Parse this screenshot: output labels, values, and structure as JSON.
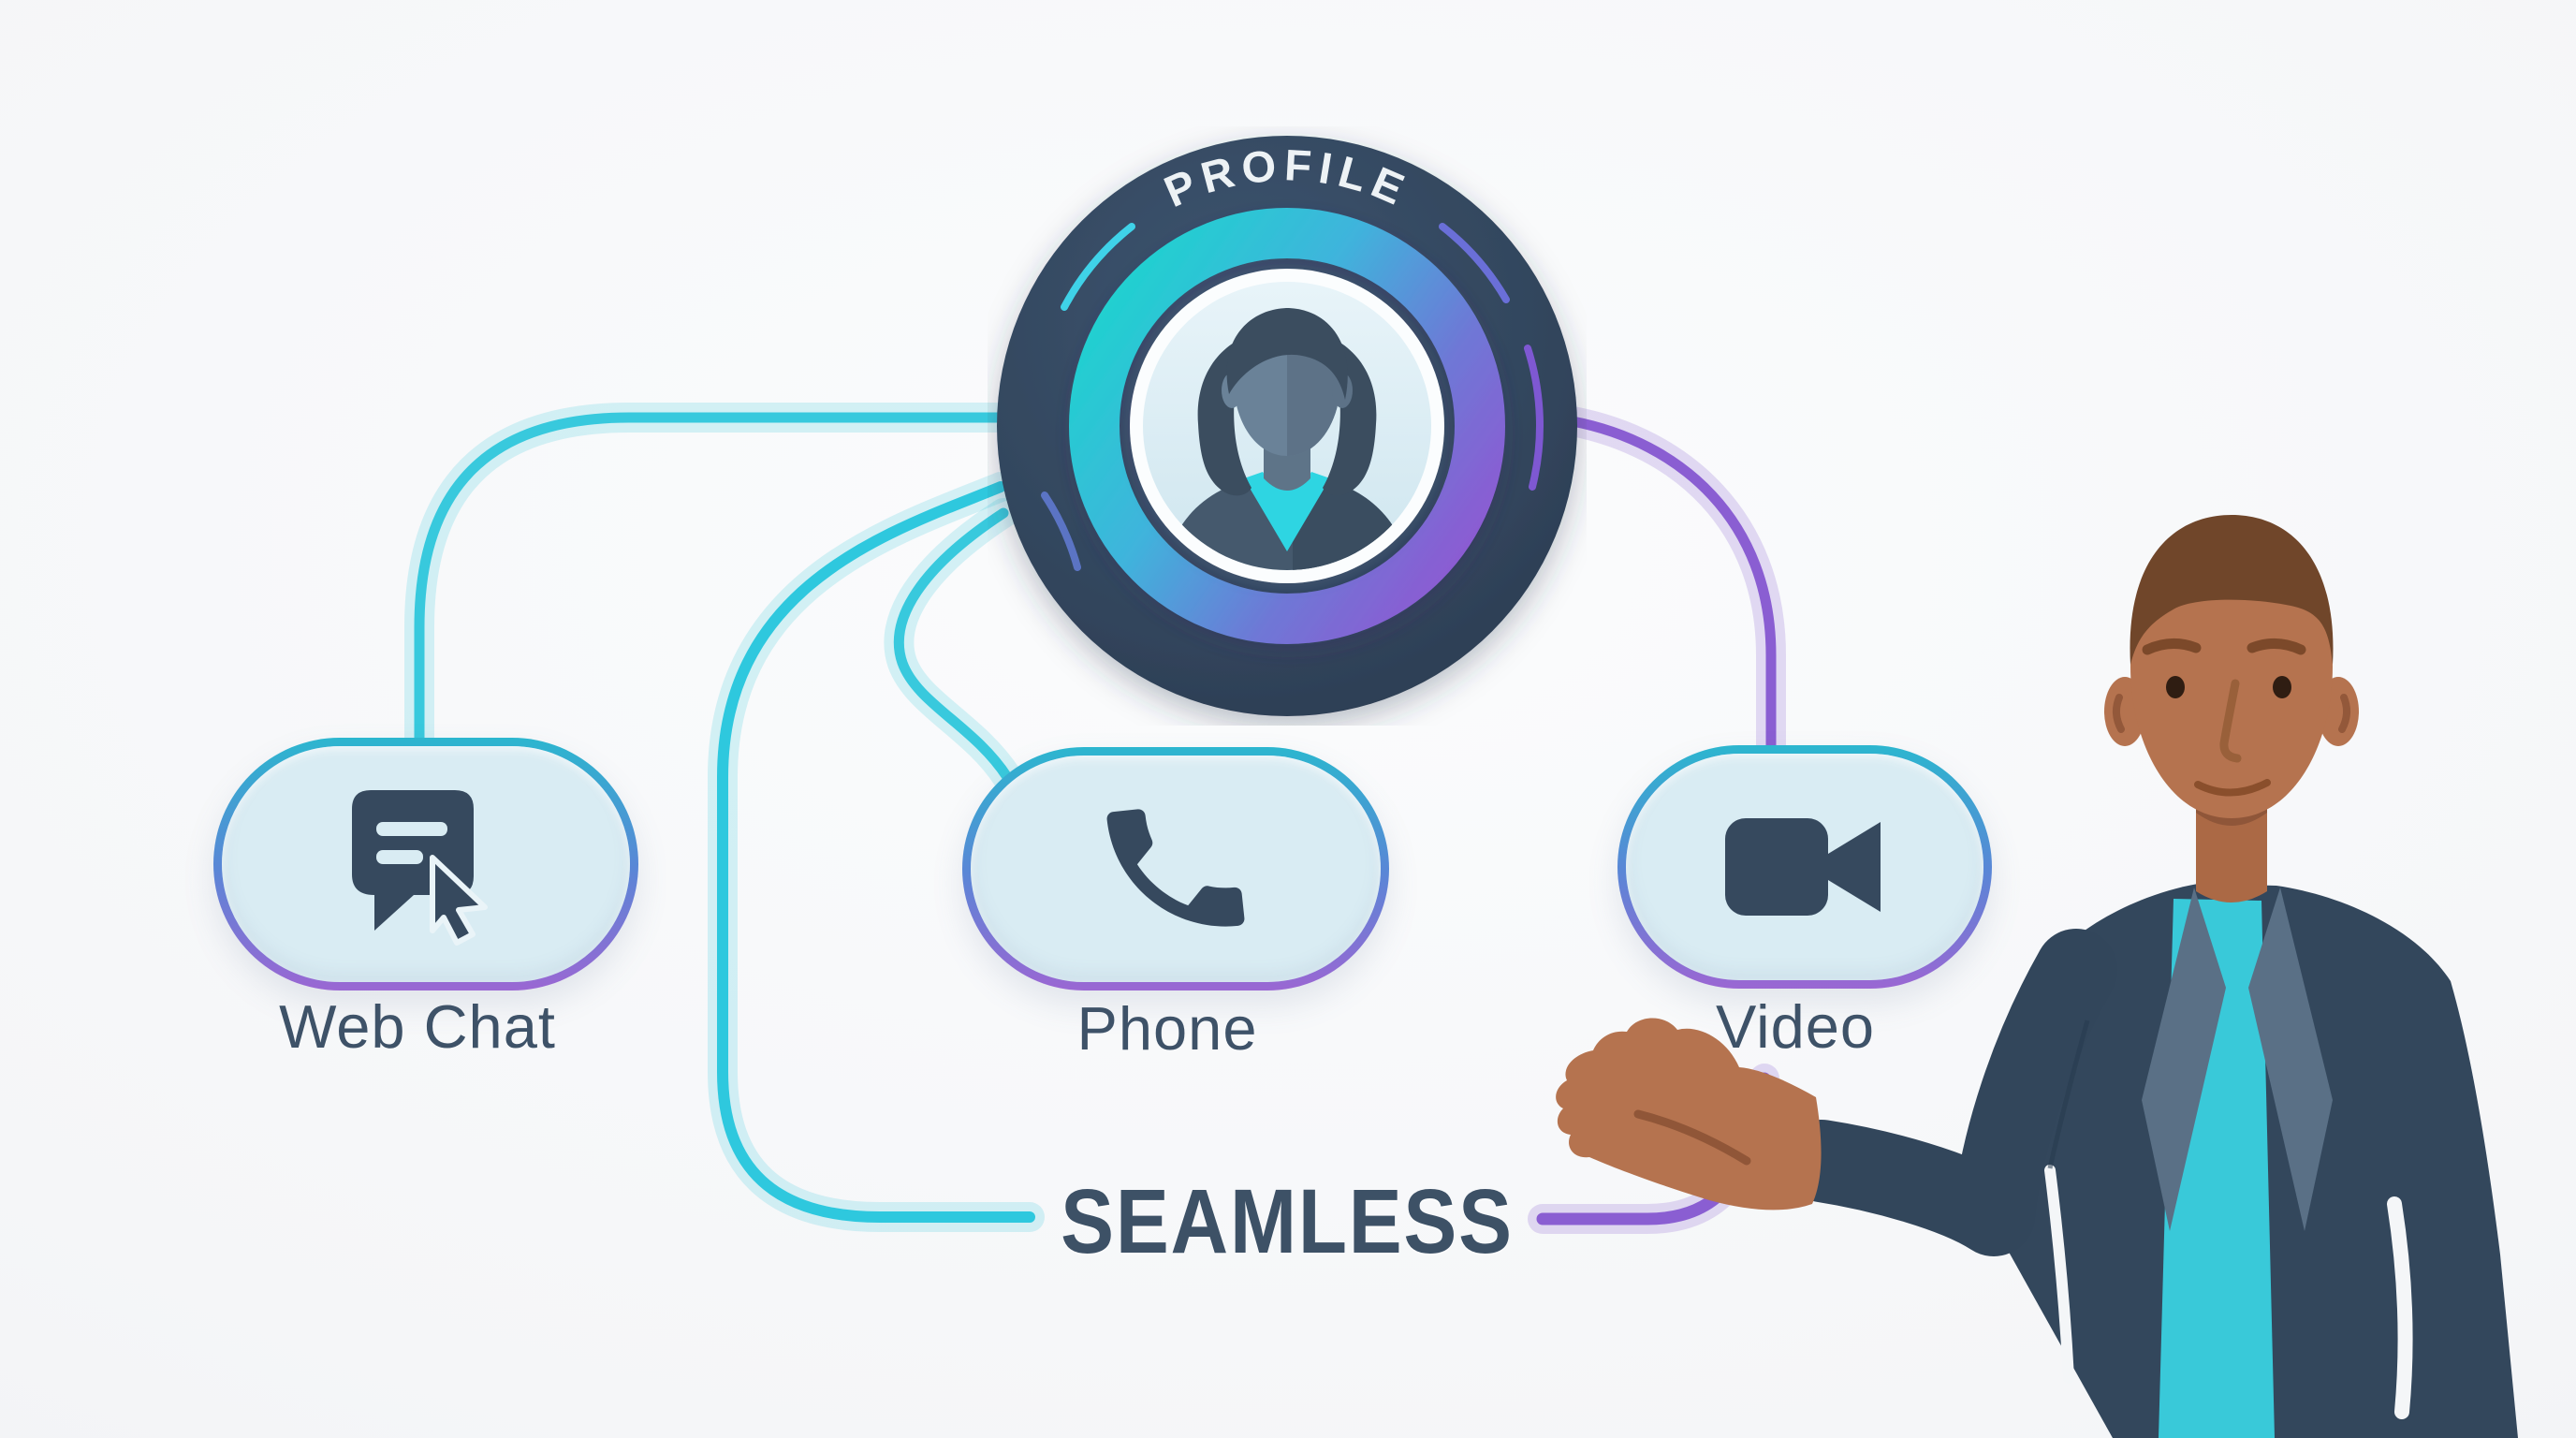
{
  "hub": {
    "label": "PROFILE",
    "icon": "female-user-avatar-icon"
  },
  "channels": [
    {
      "id": "web-chat",
      "label": "Web Chat",
      "icon": "chat-bubble-cursor-icon"
    },
    {
      "id": "phone",
      "label": "Phone",
      "icon": "phone-handset-icon"
    },
    {
      "id": "video",
      "label": "Video",
      "icon": "video-camera-icon"
    }
  ],
  "caption": {
    "text": "SEAMLESS"
  },
  "figure": {
    "name": "man-presenting-illustration"
  },
  "colors": {
    "teal_line": "#35c9dd",
    "purple_line": "#8a5ed2",
    "pill_fill": "#d9ecf3",
    "pill_border_top": "#2cb6cf",
    "pill_border_bottom": "#9a67d3",
    "ink": "#3d5166",
    "ring_dark": "#2f4154",
    "ring_gradient_start": "#1ed3cf",
    "ring_gradient_end": "#8f58d2",
    "skin": "#b5734f",
    "jacket": "#33475c",
    "shirt": "#39c9d9"
  }
}
